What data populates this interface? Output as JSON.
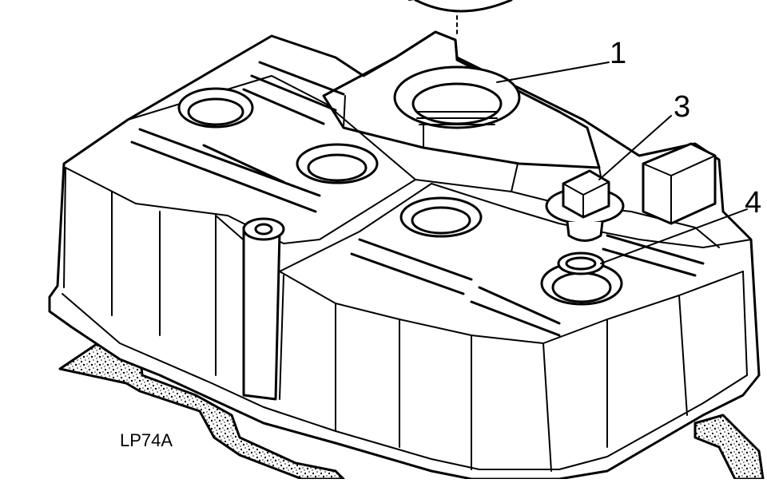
{
  "figure": {
    "reference": "LP74A",
    "callouts": [
      {
        "id": "1",
        "label": "1"
      },
      {
        "id": "3",
        "label": "3"
      },
      {
        "id": "4",
        "label": "4"
      }
    ]
  }
}
